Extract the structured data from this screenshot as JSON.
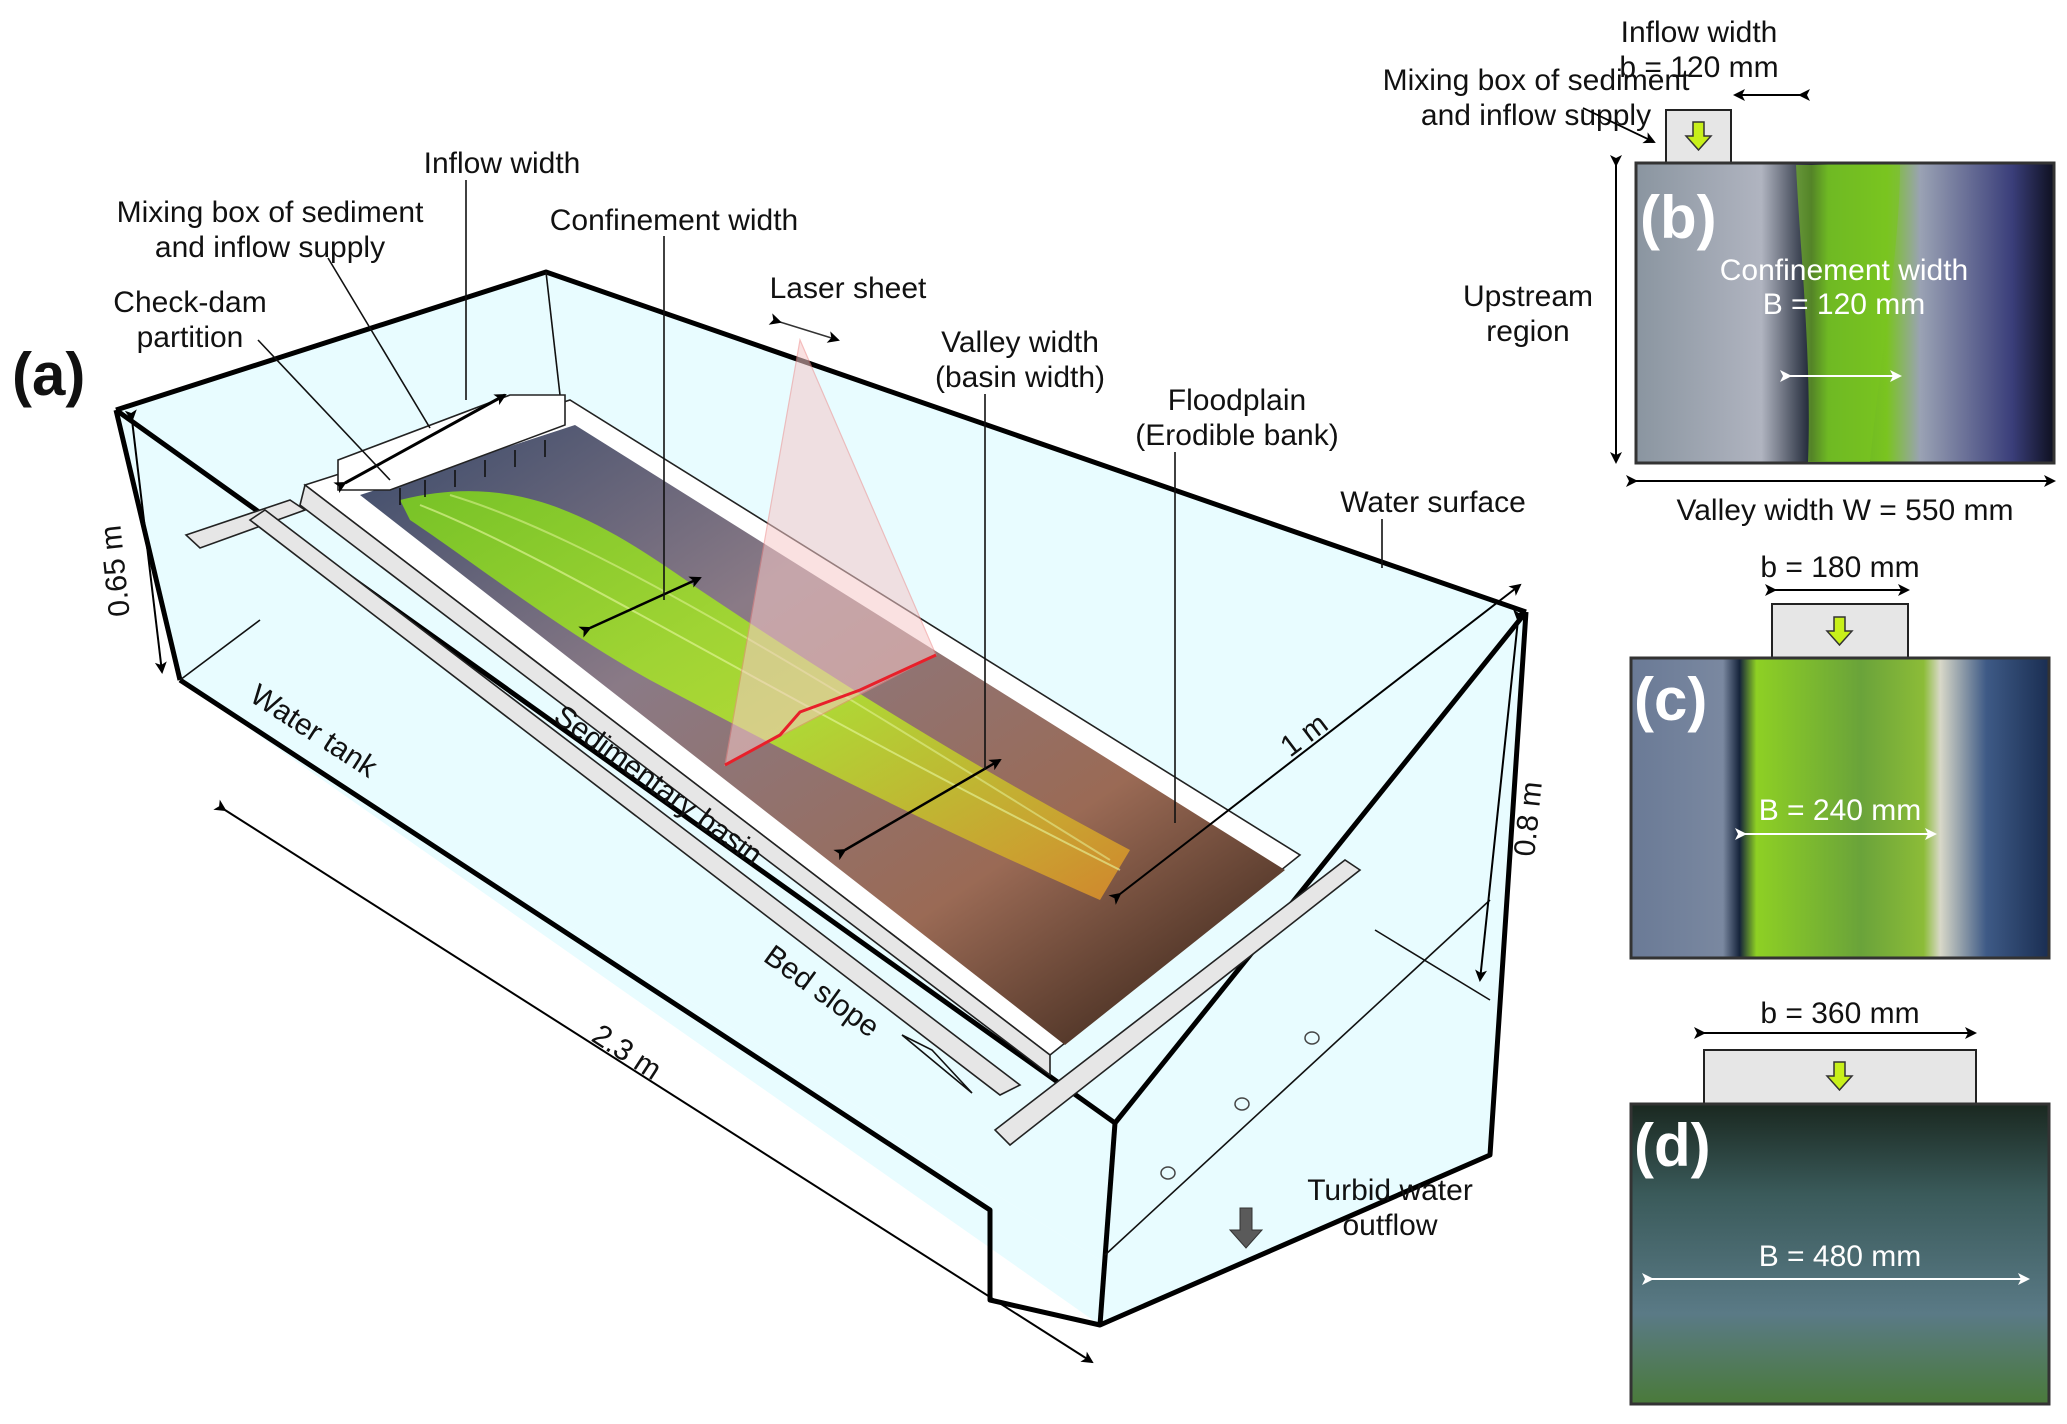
{
  "panel_a": {
    "label": "(a)",
    "labels": {
      "inflow_width": "Inflow width",
      "mixing_box_line1": "Mixing box of sediment",
      "mixing_box_line2": "and inflow supply",
      "check_dam_line1": "Check-dam",
      "check_dam_line2": "partition",
      "confinement_width": "Confinement width",
      "laser_sheet": "Laser sheet",
      "valley_width_line1": "Valley width",
      "valley_width_line2": "(basin width)",
      "floodplain_line1": "Floodplain",
      "floodplain_line2": "(Erodible bank)",
      "water_surface": "Water surface",
      "water_tank": "Water tank",
      "sedimentary_basin": "Sedimentary basin",
      "bed_slope": "Bed slope",
      "turbid_line1": "Turbid water",
      "turbid_line2": "outflow"
    },
    "dimensions": {
      "height_left": "0.65 m",
      "height_right": "0.8 m",
      "length": "2.3 m",
      "width": "1 m"
    }
  },
  "panel_b": {
    "label": "(b)",
    "inflow_title": "Inflow width",
    "inflow_value": "b = 120 mm",
    "mixing_box_line1": "Mixing box of sediment",
    "mixing_box_line2": "and inflow supply",
    "confinement_title": "Confinement width",
    "confinement_value": "B = 120 mm",
    "upstream_line1": "Upstream",
    "upstream_line2": "region",
    "valley_width": "Valley width W = 550 mm"
  },
  "panel_c": {
    "label": "(c)",
    "inflow_value": "b = 180 mm",
    "confinement_value": "B = 240 mm"
  },
  "panel_d": {
    "label": "(d)",
    "inflow_value": "b = 360 mm",
    "confinement_value": "B = 480 mm"
  },
  "colors": {
    "glass": "#e8fcff",
    "channel_green": "#9be21a",
    "laser_red": "#e8202a",
    "laser_pink": "#f6c9c9",
    "flow_arrow": "#c8f01a",
    "outflow_arrow": "#5a5a5a"
  }
}
